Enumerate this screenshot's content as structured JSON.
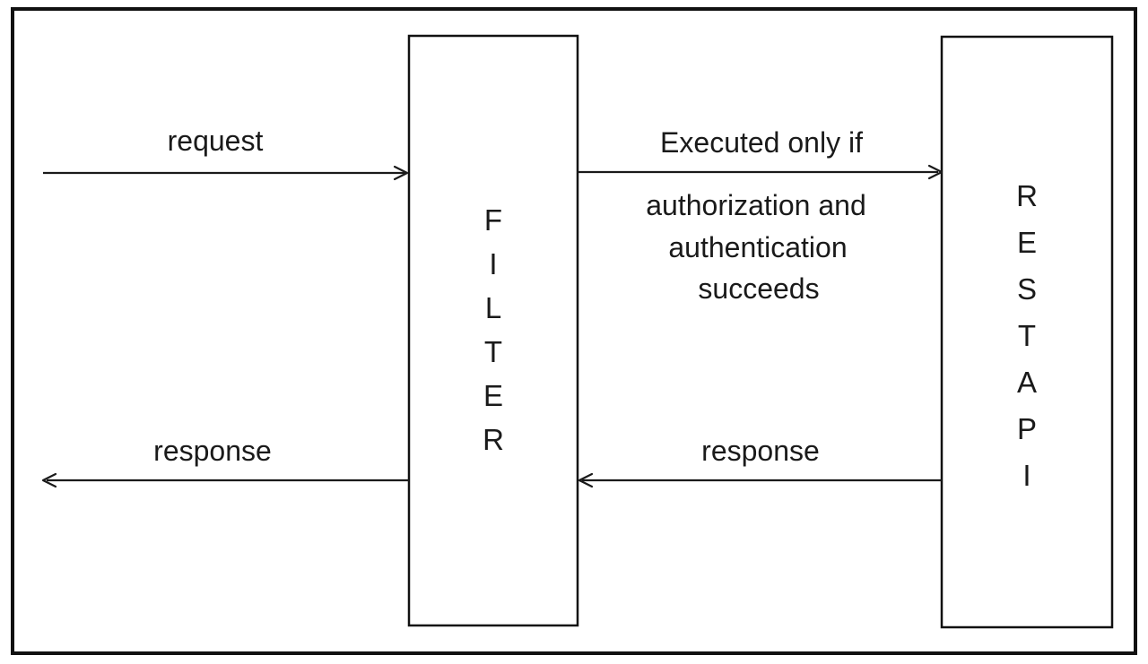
{
  "diagram": {
    "type": "flow-diagram",
    "subject": "Servlet filter in front of a REST API: requests pass through the filter, responses flow back",
    "colors": {
      "background": "#ffffff",
      "line": "#1a1a1a",
      "border": "#111111"
    },
    "boxes": {
      "filter": {
        "name": "FILTER",
        "letters": [
          "F",
          "I",
          "L",
          "T",
          "E",
          "R"
        ]
      },
      "rest_api": {
        "name": "REST API",
        "letters": [
          "R",
          "E",
          "S",
          "T",
          "A",
          "P",
          "I"
        ]
      }
    },
    "arrows": {
      "client_to_filter": {
        "label": "request",
        "direction": "right"
      },
      "filter_to_api": {
        "label_above": "Executed only if",
        "label_below_lines": [
          "authorization and",
          "authentication",
          "succeeds"
        ],
        "direction": "right"
      },
      "api_to_filter": {
        "label": "response",
        "direction": "left"
      },
      "filter_to_client": {
        "label": "response",
        "direction": "left"
      }
    }
  }
}
